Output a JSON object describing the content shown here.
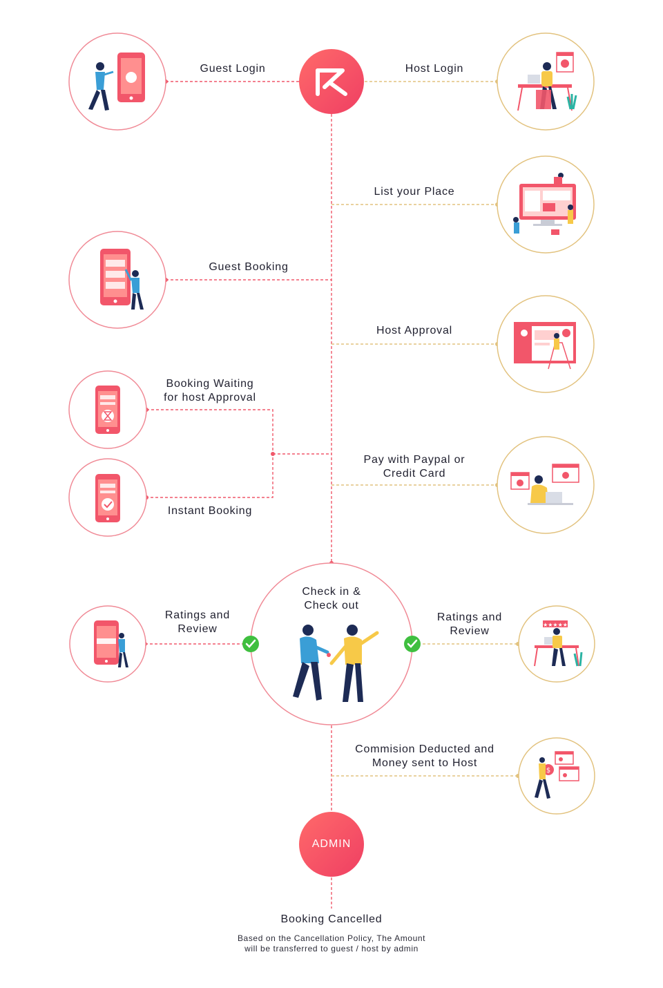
{
  "nodes": {
    "guest_login": "Guest Login",
    "host_login": "Host Login",
    "list_place": "List your Place",
    "guest_booking": "Guest Booking",
    "host_approval": "Host Approval",
    "booking_waiting": "Booking Waiting\nfor host Approval",
    "instant_booking": "Instant Booking",
    "pay": "Pay with Paypal or\nCredit Card",
    "checkin": "Check in &\nCheck out",
    "ratings_guest": "Ratings and\nReview",
    "ratings_host": "Ratings and\nReview",
    "commission": "Commision Deducted and\nMoney sent to Host",
    "admin": "ADMIN",
    "cancelled": "Booking Cancelled",
    "cancel_note": "Based on the Cancellation Policy, The Amount\nwill be transferred to guest / host by admin"
  },
  "icons": {
    "logo": "brand-logo-icon",
    "check": "checkmark-icon"
  },
  "colors": {
    "accent": "#f2566a",
    "guest_line": "#f0576a",
    "host_line": "#e2c27e",
    "check_green": "#3fbf3f",
    "dark_blue": "#1d2b55",
    "yellow": "#f7c948"
  }
}
